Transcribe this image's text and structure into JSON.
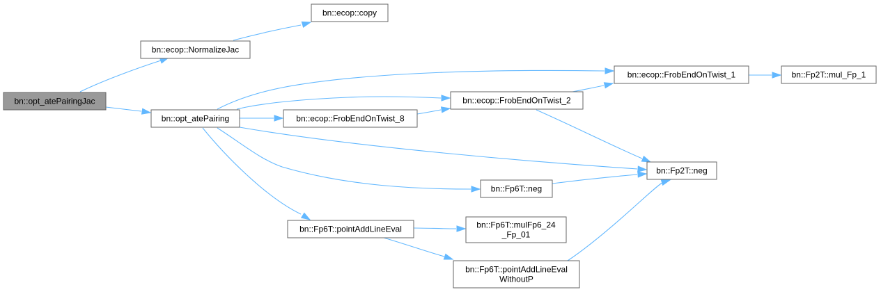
{
  "graph": {
    "nodes": [
      {
        "id": "root",
        "label": [
          "bn::opt_atePairingJac"
        ],
        "root": true
      },
      {
        "id": "normjac",
        "label": [
          "bn::ecop::NormalizeJac"
        ]
      },
      {
        "id": "copy",
        "label": [
          "bn::ecop::copy"
        ]
      },
      {
        "id": "atepair",
        "label": [
          "bn::opt_atePairing"
        ]
      },
      {
        "id": "frob1",
        "label": [
          "bn::ecop::FrobEndOnTwist_1"
        ]
      },
      {
        "id": "mulfp1",
        "label": [
          "bn::Fp2T::mul_Fp_1"
        ]
      },
      {
        "id": "frob2",
        "label": [
          "bn::ecop::FrobEndOnTwist_2"
        ]
      },
      {
        "id": "frob8",
        "label": [
          "bn::ecop::FrobEndOnTwist_8"
        ]
      },
      {
        "id": "fp2neg",
        "label": [
          "bn::Fp2T::neg"
        ]
      },
      {
        "id": "fp6neg",
        "label": [
          "bn::Fp6T::neg"
        ]
      },
      {
        "id": "pale",
        "label": [
          "bn::Fp6T::pointAddLineEval"
        ]
      },
      {
        "id": "mul624",
        "label": [
          "bn::Fp6T::mulFp6_24",
          "_Fp_01"
        ]
      },
      {
        "id": "palewp",
        "label": [
          "bn::Fp6T::pointAddLineEval",
          "WithoutP"
        ]
      }
    ],
    "edges": [
      [
        "root",
        "normjac"
      ],
      [
        "root",
        "atepair"
      ],
      [
        "normjac",
        "copy"
      ],
      [
        "atepair",
        "frob1"
      ],
      [
        "atepair",
        "frob2"
      ],
      [
        "atepair",
        "frob8"
      ],
      [
        "atepair",
        "fp2neg"
      ],
      [
        "atepair",
        "fp6neg"
      ],
      [
        "atepair",
        "pale"
      ],
      [
        "frob1",
        "mulfp1"
      ],
      [
        "frob2",
        "frob1"
      ],
      [
        "frob2",
        "fp2neg"
      ],
      [
        "frob8",
        "frob2"
      ],
      [
        "fp6neg",
        "fp2neg"
      ],
      [
        "pale",
        "mul624"
      ],
      [
        "pale",
        "palewp"
      ],
      [
        "palewp",
        "fp2neg"
      ]
    ]
  }
}
